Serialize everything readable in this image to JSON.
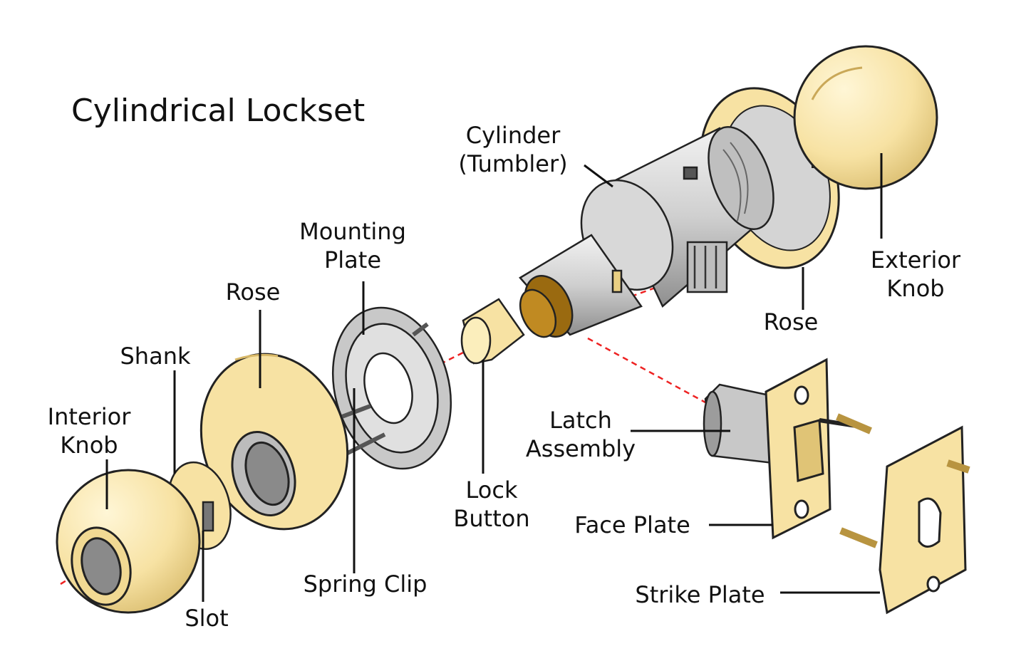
{
  "title": "Cylindrical Lockset",
  "labels": {
    "cylinder": "Cylinder",
    "tumbler": "(Tumbler)",
    "exterior": "Exterior",
    "exterior_knob": "Knob",
    "rose_right": "Rose",
    "mounting": "Mounting",
    "plate": "Plate",
    "rose_left": "Rose",
    "shank": "Shank",
    "interior": "Interior",
    "interior_knob": "Knob",
    "slot": "Slot",
    "spring_clip": "Spring Clip",
    "lock": "Lock",
    "button": "Button",
    "latch": "Latch",
    "assembly": "Assembly",
    "face_plate": "Face Plate",
    "strike_plate": "Strike Plate"
  },
  "colors": {
    "brass": "#f7e2a3",
    "brass_dark": "#d8b867",
    "steel": "#c8c8c8",
    "steel_dark": "#8a8a8a",
    "bronze": "#9a6a10",
    "guide": "#ee2222"
  }
}
